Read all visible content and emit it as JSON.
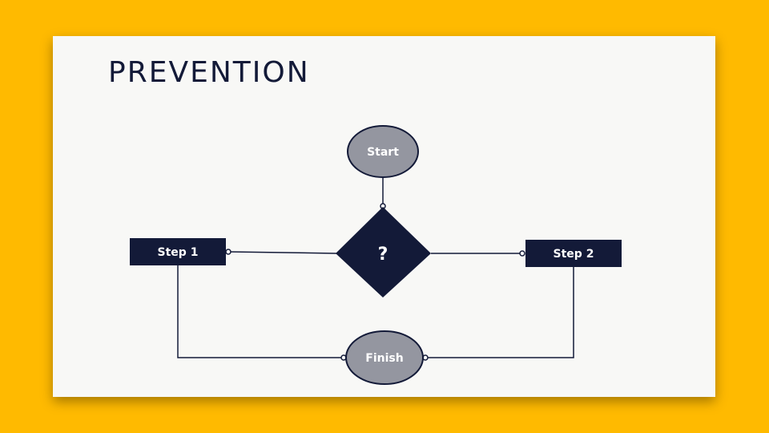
{
  "slide": {
    "title": "PREVENTION"
  },
  "flowchart": {
    "start_label": "Start",
    "decision_label": "?",
    "step1_label": "Step 1",
    "step2_label": "Step 2",
    "finish_label": "Finish"
  },
  "colors": {
    "background": "#FFBA00",
    "slide": "#F8F8F6",
    "navy": "#131A38",
    "terminal_fill": "#9496A0"
  }
}
